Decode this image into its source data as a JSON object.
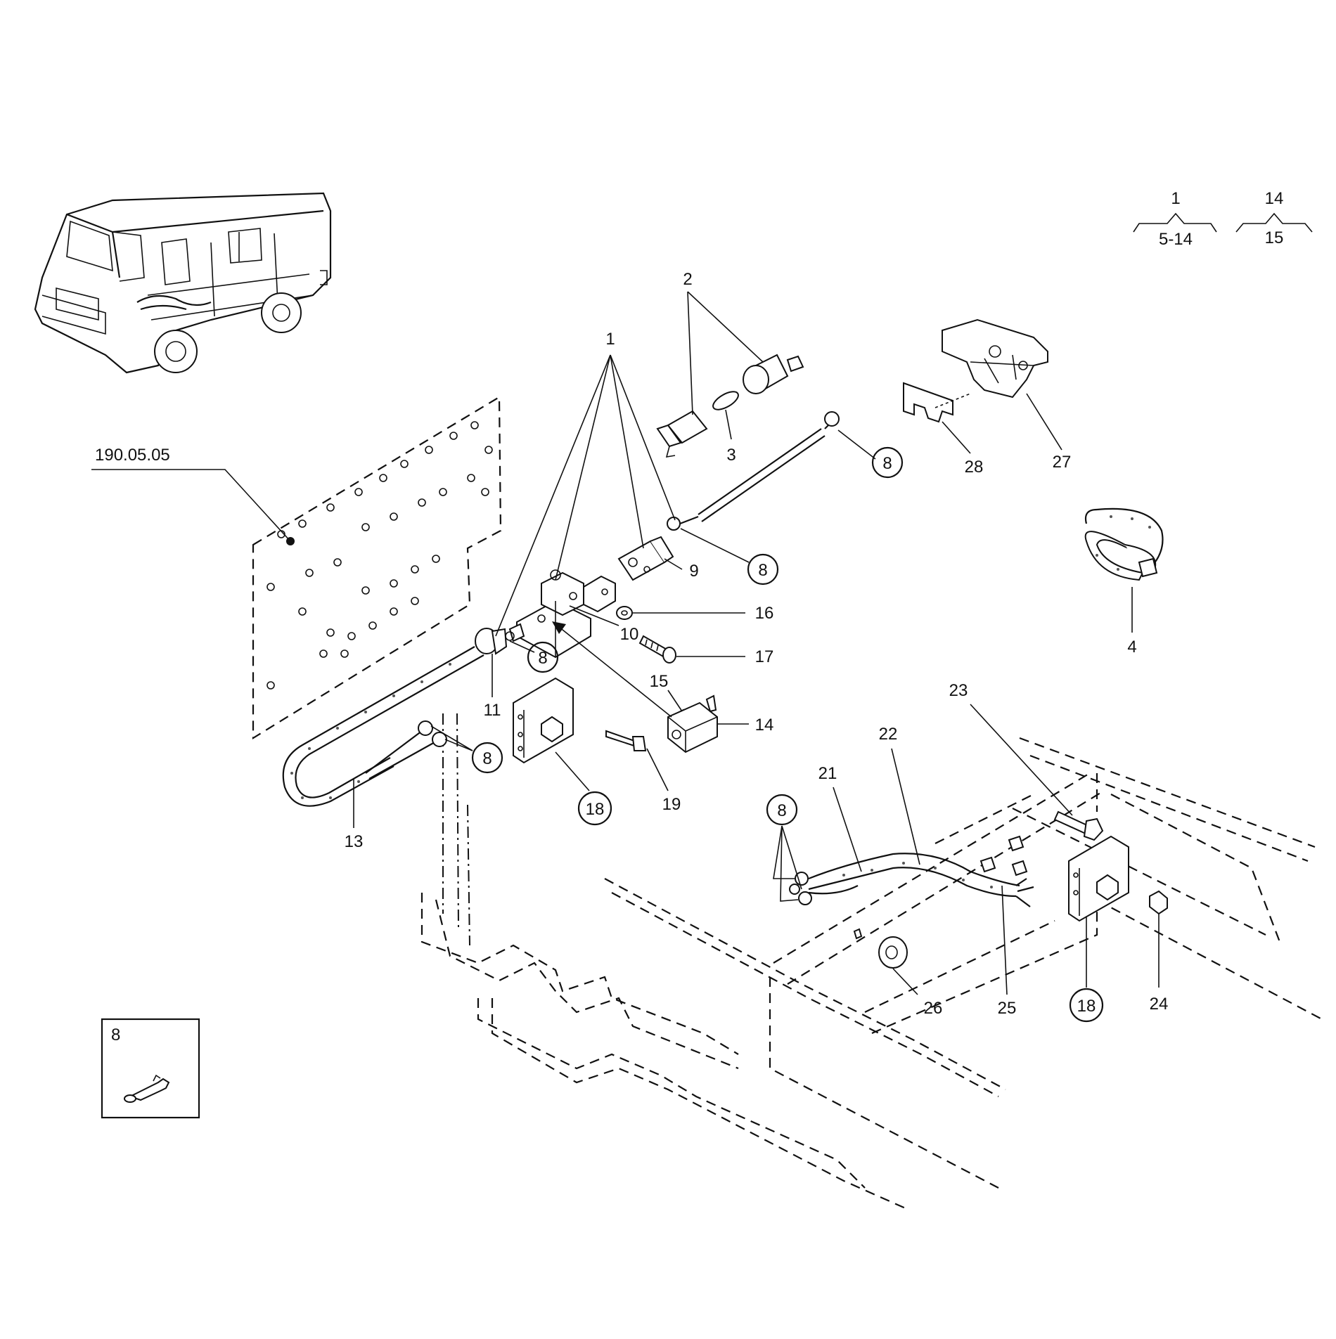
{
  "callouts": [
    {
      "id": "c1",
      "text": "1"
    },
    {
      "id": "c2",
      "text": "2"
    },
    {
      "id": "c3",
      "text": "3"
    },
    {
      "id": "c4",
      "text": "4"
    },
    {
      "id": "c8a",
      "text": "8"
    },
    {
      "id": "c8b",
      "text": "8"
    },
    {
      "id": "c8c",
      "text": "8"
    },
    {
      "id": "c8d",
      "text": "8"
    },
    {
      "id": "c8e",
      "text": "8"
    },
    {
      "id": "c9",
      "text": "9"
    },
    {
      "id": "c10",
      "text": "10"
    },
    {
      "id": "c11",
      "text": "11"
    },
    {
      "id": "c13",
      "text": "13"
    },
    {
      "id": "c14",
      "text": "14"
    },
    {
      "id": "c15",
      "text": "15"
    },
    {
      "id": "c16",
      "text": "16"
    },
    {
      "id": "c17",
      "text": "17"
    },
    {
      "id": "c18a",
      "text": "18"
    },
    {
      "id": "c18b",
      "text": "18"
    },
    {
      "id": "c19",
      "text": "19"
    },
    {
      "id": "c21",
      "text": "21"
    },
    {
      "id": "c22",
      "text": "22"
    },
    {
      "id": "c23",
      "text": "23"
    },
    {
      "id": "c24",
      "text": "24"
    },
    {
      "id": "c25",
      "text": "25"
    },
    {
      "id": "c26",
      "text": "26"
    },
    {
      "id": "c27",
      "text": "27"
    },
    {
      "id": "c28",
      "text": "28"
    }
  ],
  "reference": {
    "text": "190.05.05"
  },
  "legend": {
    "group_a": {
      "top": "1",
      "bottom": "5-14"
    },
    "group_b": {
      "top": "14",
      "bottom": "15"
    }
  },
  "inset": {
    "label": "8"
  }
}
